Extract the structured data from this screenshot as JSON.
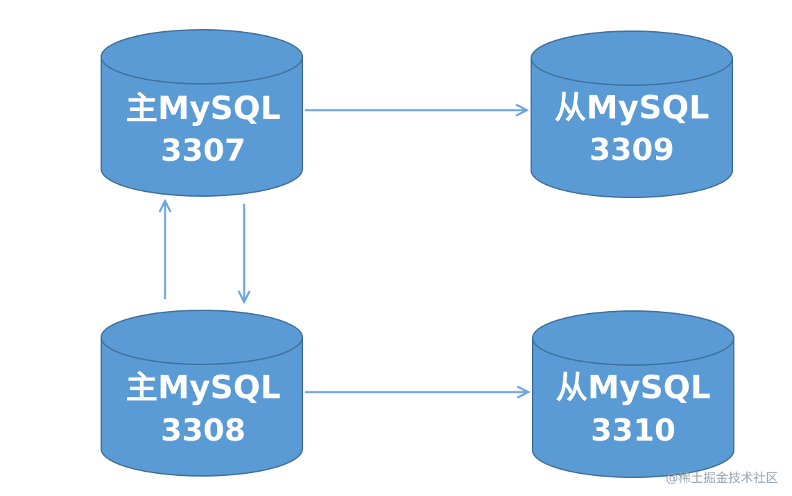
{
  "nodes": [
    {
      "id": "master1",
      "name": "主MySQL",
      "port": "3307"
    },
    {
      "id": "slave1",
      "name": "从MySQL",
      "port": "3309"
    },
    {
      "id": "master2",
      "name": "主MySQL",
      "port": "3308"
    },
    {
      "id": "slave2",
      "name": "从MySQL",
      "port": "3310"
    }
  ],
  "edges": [
    {
      "from": "master1",
      "to": "slave1"
    },
    {
      "from": "master2",
      "to": "master1"
    },
    {
      "from": "master1",
      "to": "master2"
    },
    {
      "from": "master2",
      "to": "slave2"
    }
  ],
  "colors": {
    "node_fill": "#5b9bd5",
    "node_stroke": "#41719c",
    "edge": "#6fa7dd"
  },
  "watermark": "@稀土掘金技术社区"
}
